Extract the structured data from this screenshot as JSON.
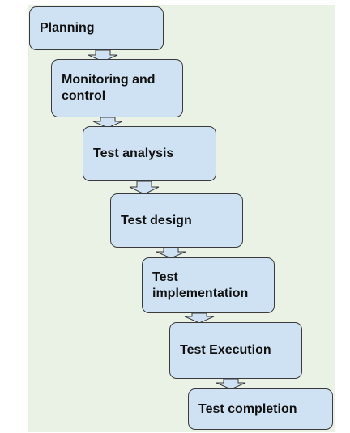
{
  "steps": [
    {
      "label": "Planning"
    },
    {
      "label": "Monitoring and control"
    },
    {
      "label": "Test analysis"
    },
    {
      "label": "Test design"
    },
    {
      "label": "Test implementation"
    },
    {
      "label": "Test Execution"
    },
    {
      "label": "Test completion"
    }
  ],
  "colors": {
    "box_fill": "#cfe2f3",
    "box_stroke": "#3a3a3a",
    "background": "#e9f2e4",
    "connector_fill": "#cfe2f3"
  }
}
